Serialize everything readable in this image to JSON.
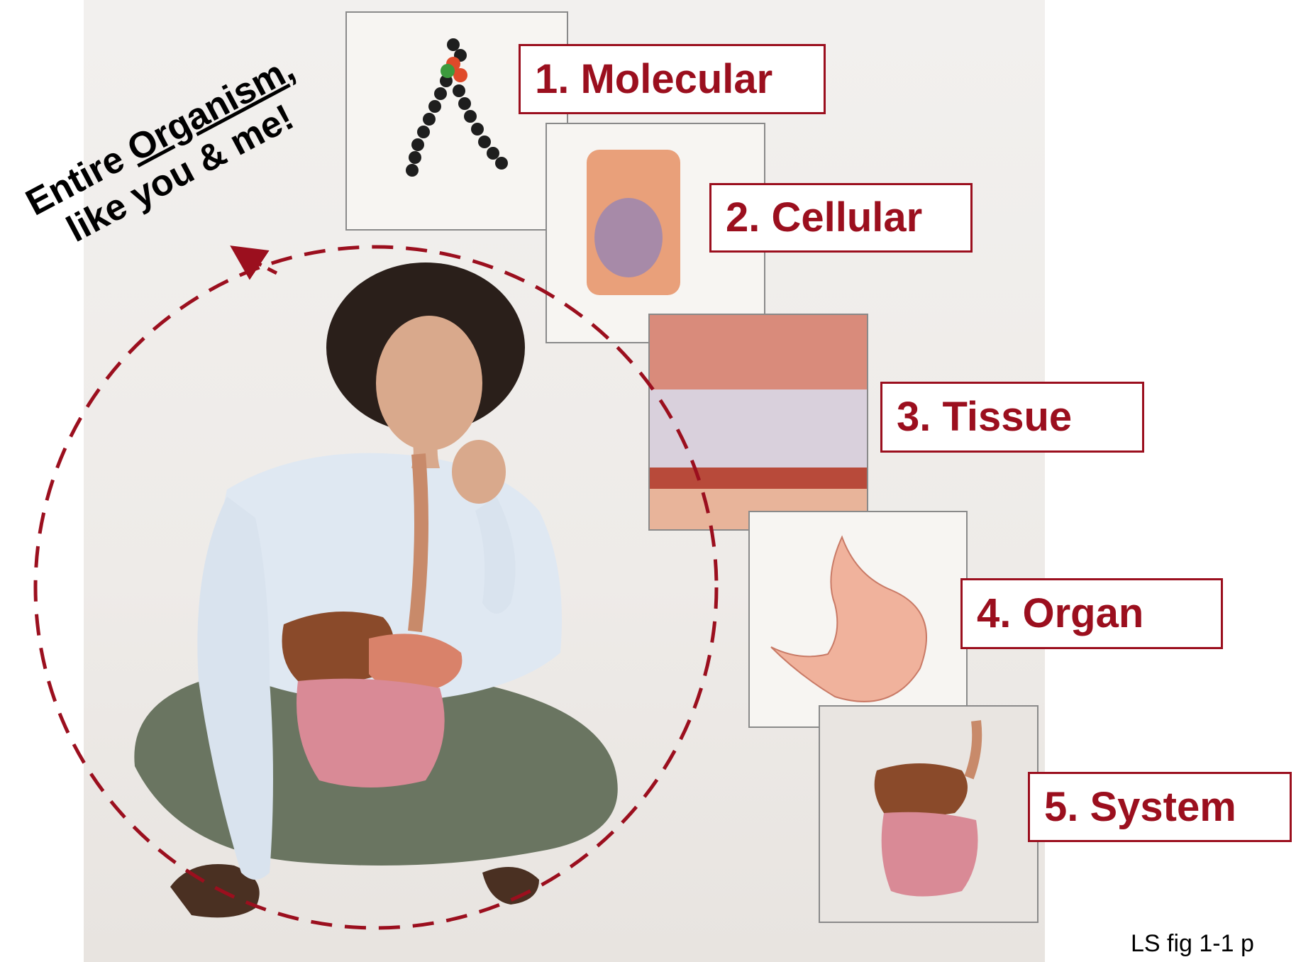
{
  "levels": [
    {
      "label": "1. Molecular"
    },
    {
      "label": "2. Cellular"
    },
    {
      "label": "3. Tissue"
    },
    {
      "label": "4. Organ"
    },
    {
      "label": "5. System"
    }
  ],
  "organism_callout": {
    "prefix": "Entire ",
    "underlined": "Organism",
    "suffix": ",",
    "line2": "like you & me!"
  },
  "citation": "LS fig 1-1 p",
  "colors": {
    "accent": "#9b0f1e",
    "panel_border": "#8a8a8a",
    "background": "#ffffff"
  },
  "icons": [
    "molecule-icon",
    "cell-icon",
    "tissue-icon",
    "stomach-icon",
    "digestive-system-icon",
    "person-illustration",
    "arrow-icon"
  ]
}
